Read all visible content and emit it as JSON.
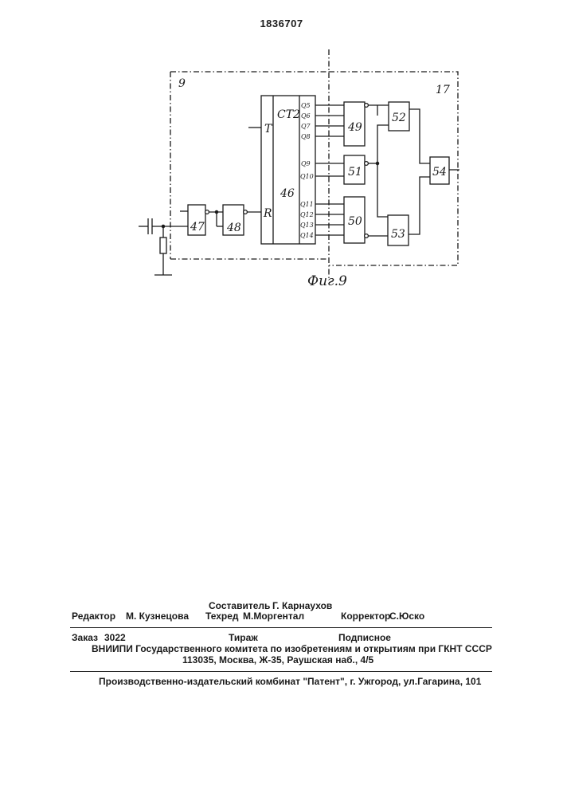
{
  "header": {
    "patent_number": "1836707"
  },
  "figure": {
    "caption": "Фиг.9",
    "frame_labels": {
      "left": "9",
      "right": "17"
    },
    "counter": {
      "type_label": "СТ2",
      "number": "46",
      "input_t": "T",
      "input_r": "R",
      "outputs": [
        "Q5",
        "Q6",
        "Q7",
        "Q8",
        "Q9",
        "Q10",
        "Q11",
        "Q12",
        "Q13",
        "Q14"
      ]
    },
    "blocks": [
      "47",
      "48",
      "49",
      "50",
      "51",
      "52",
      "53",
      "54"
    ]
  },
  "footer": {
    "compiler": {
      "label": "Составитель",
      "name": "Г. Карнаухов"
    },
    "editor": {
      "label": "Редактор",
      "name": "М. Кузнецова"
    },
    "techred": {
      "label": "Техред",
      "name": "М.Моргентал"
    },
    "corrector": {
      "label": "Корректор",
      "name": "С.Юско"
    },
    "order": {
      "label": "Заказ",
      "number": "3022"
    },
    "circulation": "Тираж",
    "subscription": "Подписное",
    "org_line": "ВНИИПИ Государственного комитета по изобретениям и открытиям при ГКНТ СССР",
    "address_line": "113035, Москва, Ж-35, Раушская наб., 4/5",
    "publisher_line": "Производственно-издательский комбинат \"Патент\", г. Ужгород, ул.Гагарина, 101"
  }
}
